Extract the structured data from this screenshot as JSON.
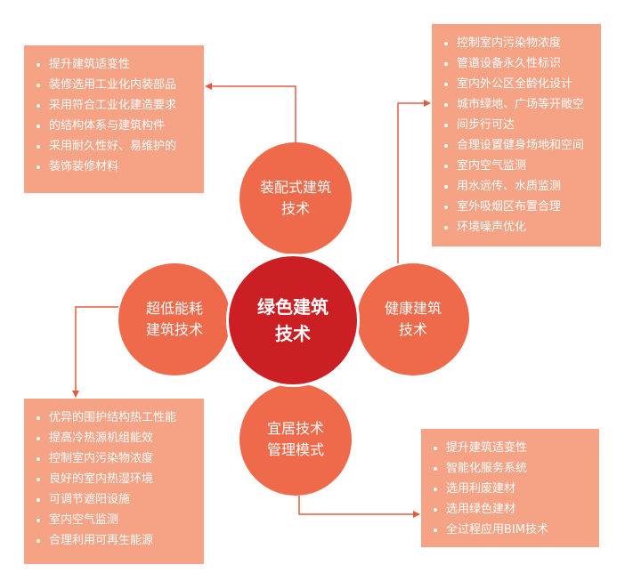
{
  "center": {
    "line1": "绿色建筑",
    "line2": "技术"
  },
  "nodes": {
    "top": {
      "line1": "装配式建筑",
      "line2": "技术"
    },
    "left": {
      "line1": "超低能耗",
      "line2": "建筑技术"
    },
    "right": {
      "line1": "健康建筑",
      "line2": "技术"
    },
    "bottom": {
      "line1": "宜居技术",
      "line2": "管理模式"
    }
  },
  "boxes": {
    "top_left": {
      "items": [
        "提升建筑适变性",
        "装修选用工业化内装部品",
        "采用符合工业化建造要求",
        "的结构体系与建筑构件",
        "采用耐久性好、易维护的",
        "装饰装修材料"
      ]
    },
    "top_right": {
      "items": [
        "控制室内污染物浓度",
        "管道设备永久性标识",
        "室内外公区全龄化设计",
        "城市绿地、广场等开敞空",
        "间步行可达",
        "合理设置健身场地和空间",
        "室内空气监测",
        "用水远传、水质监测",
        "室外吸烟区布置合理",
        "环境噪声优化"
      ]
    },
    "bottom_left": {
      "items": [
        "优异的围护结构热工性能",
        "提高冷热源机组能效",
        "控制室内污染物浓度",
        "良好的室内热湿环境",
        "可调节遮阳设施",
        "室内空气监测",
        "合理利用可再生能源"
      ]
    },
    "bottom_right": {
      "items": [
        "提升建筑适变性",
        "智能化服务系统",
        "选用利废建材",
        "选用绿色建材",
        "全过程应用BIM技术"
      ]
    }
  },
  "colors": {
    "box": "#f5a285",
    "node": "#ef6a4a",
    "center": "#cc1f24",
    "connector": "#e35b3f"
  }
}
